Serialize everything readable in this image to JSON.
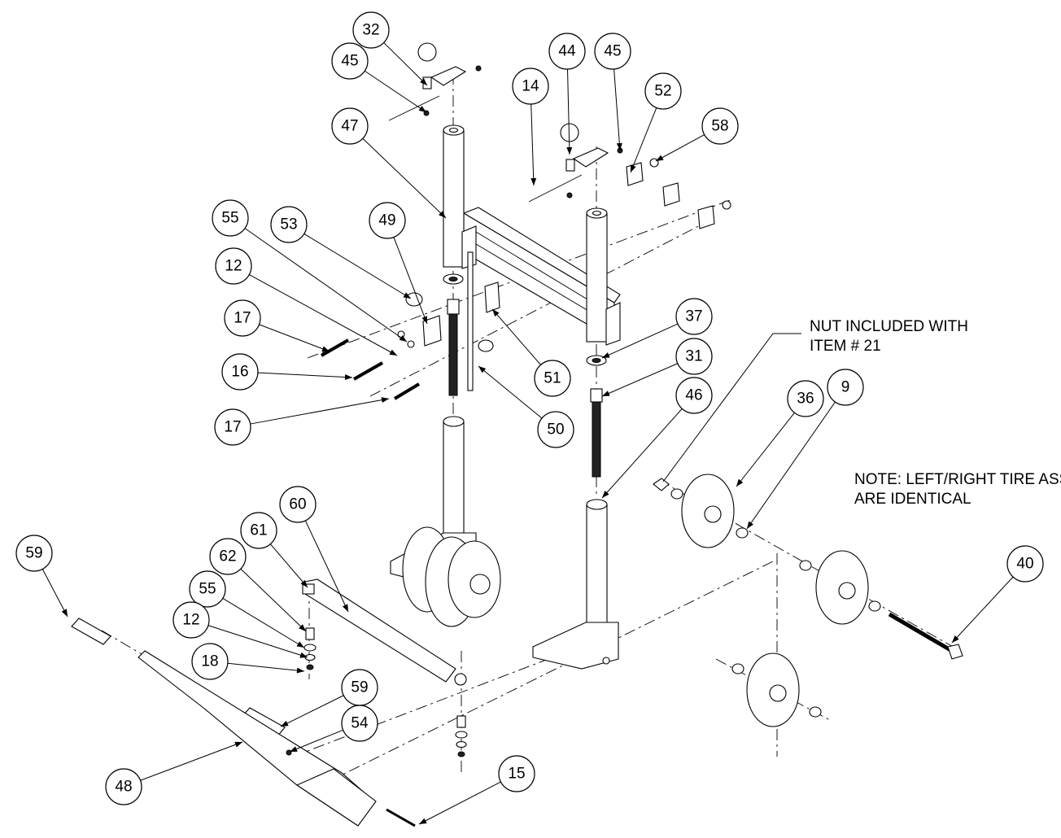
{
  "balloons": [
    {
      "label": "32"
    },
    {
      "label": "45"
    },
    {
      "label": "47"
    },
    {
      "label": "44"
    },
    {
      "label": "45"
    },
    {
      "label": "14"
    },
    {
      "label": "52"
    },
    {
      "label": "58"
    },
    {
      "label": "55"
    },
    {
      "label": "53"
    },
    {
      "label": "49"
    },
    {
      "label": "12"
    },
    {
      "label": "17"
    },
    {
      "label": "16"
    },
    {
      "label": "17"
    },
    {
      "label": "51"
    },
    {
      "label": "50"
    },
    {
      "label": "37"
    },
    {
      "label": "31"
    },
    {
      "label": "46"
    },
    {
      "label": "36"
    },
    {
      "label": "9"
    },
    {
      "label": "40"
    },
    {
      "label": "60"
    },
    {
      "label": "61"
    },
    {
      "label": "62"
    },
    {
      "label": "59"
    },
    {
      "label": "55"
    },
    {
      "label": "12"
    },
    {
      "label": "18"
    },
    {
      "label": "59"
    },
    {
      "label": "54"
    },
    {
      "label": "48"
    },
    {
      "label": "15"
    }
  ],
  "notes": {
    "nut_line1": "NUT INCLUDED WITH",
    "nut_line2": "ITEM # 21",
    "tire_line1": "NOTE: LEFT/RIGHT TIRE ASS",
    "tire_line2": "ARE IDENTICAL"
  }
}
